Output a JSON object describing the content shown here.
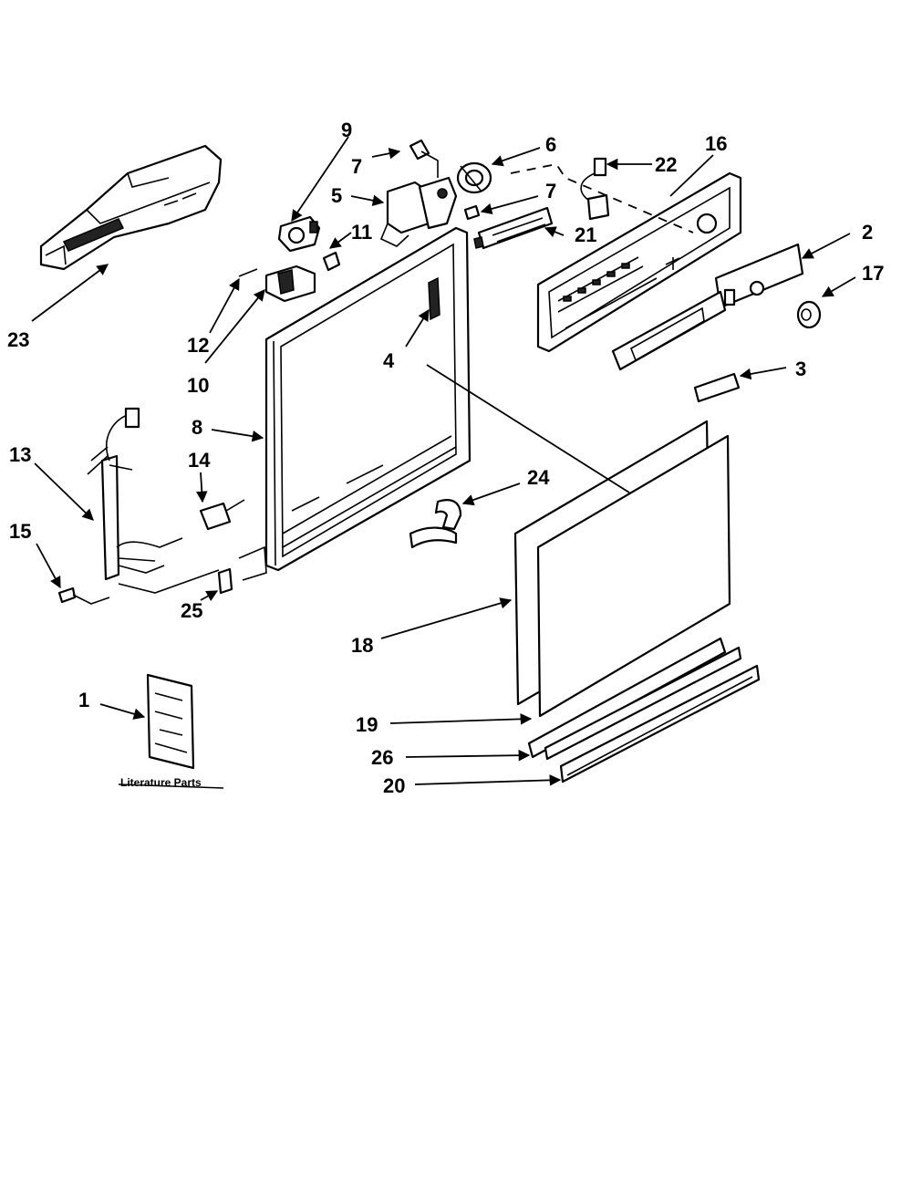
{
  "diagram": {
    "caption": "Literature Parts",
    "callouts": {
      "c1": "1",
      "c2": "2",
      "c3": "3",
      "c4": "4",
      "c5": "5",
      "c6": "6",
      "c7a": "7",
      "c7b": "7",
      "c8": "8",
      "c9": "9",
      "c10": "10",
      "c11": "11",
      "c12": "12",
      "c13": "13",
      "c14": "14",
      "c15": "15",
      "c16": "16",
      "c17": "17",
      "c18": "18",
      "c19": "19",
      "c20": "20",
      "c21": "21",
      "c22": "22",
      "c23": "23",
      "c24": "24",
      "c25": "25",
      "c26": "26"
    }
  }
}
